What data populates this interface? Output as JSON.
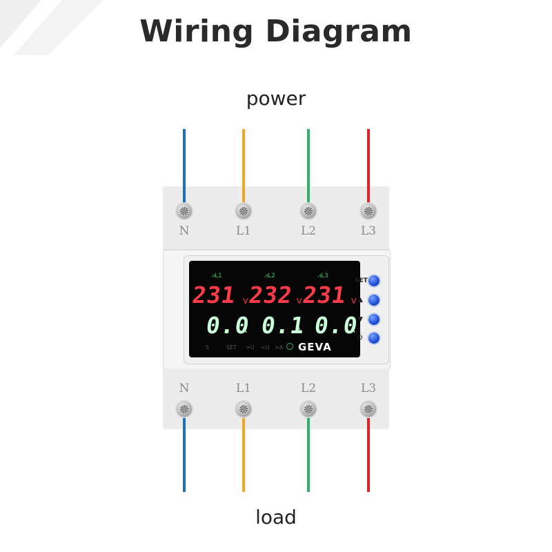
{
  "title": "Wiring Diagram",
  "top_caption": "power",
  "bottom_caption": "load",
  "wire_colors": {
    "N": "#1c6fc4",
    "L1": "#f2a51f",
    "L2": "#2fb36a",
    "L3": "#e0202a"
  },
  "top_terminals": [
    "N",
    "L1",
    "L2",
    "L3"
  ],
  "bottom_terminals": [
    "N",
    "L1",
    "L2",
    "L3"
  ],
  "display": {
    "phases": [
      "L1",
      "L2",
      "L3"
    ],
    "voltages": [
      "231",
      "232",
      "231"
    ],
    "currents": [
      "0.0",
      "0.1",
      "0.0"
    ],
    "voltage_unit": "V",
    "current_unit": "A",
    "indicators": [
      "S",
      "SET",
      ">U",
      "<U",
      ">A"
    ],
    "brand": "GEVA"
  },
  "buttons": {
    "set": "SET",
    "up": "▲",
    "down": "▼",
    "power": "⏻"
  }
}
